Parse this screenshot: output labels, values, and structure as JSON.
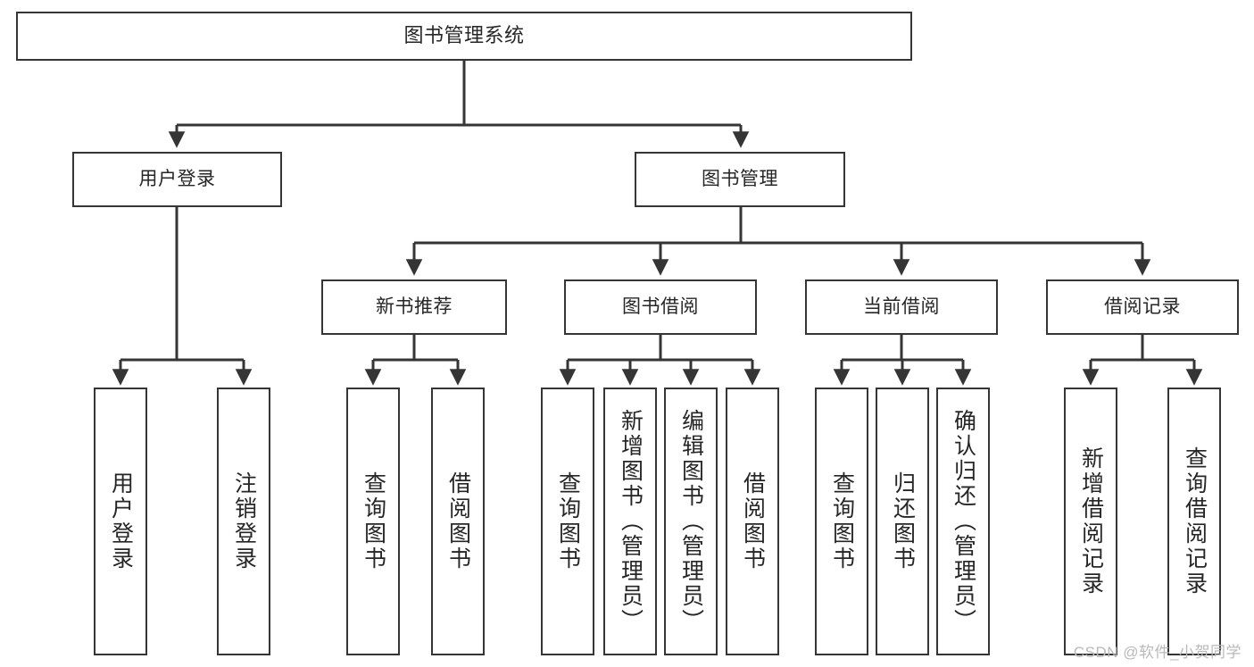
{
  "diagram": {
    "type": "hierarchy-tree",
    "title": "图书管理系统",
    "root": {
      "id": "root",
      "label": "图书管理系统"
    },
    "level2": [
      {
        "id": "user-login",
        "label": "用户登录"
      },
      {
        "id": "book-management",
        "label": "图书管理"
      }
    ],
    "level3": [
      {
        "id": "new-book-recommend",
        "label": "新书推荐",
        "parent": "book-management"
      },
      {
        "id": "book-borrow",
        "label": "图书借阅",
        "parent": "book-management"
      },
      {
        "id": "current-borrow",
        "label": "当前借阅",
        "parent": "book-management"
      },
      {
        "id": "borrow-record",
        "label": "借阅记录",
        "parent": "book-management"
      }
    ],
    "leaves": [
      {
        "id": "leaf-user-login",
        "label": "用户登录",
        "parent": "user-login"
      },
      {
        "id": "leaf-logout",
        "label": "注销登录",
        "parent": "user-login"
      },
      {
        "id": "leaf-query-book-1",
        "label": "查询图书",
        "parent": "new-book-recommend"
      },
      {
        "id": "leaf-borrow-book-1",
        "label": "借阅图书",
        "parent": "new-book-recommend"
      },
      {
        "id": "leaf-query-book-2",
        "label": "查询图书",
        "parent": "book-borrow"
      },
      {
        "id": "leaf-add-book",
        "label": "新增图书（管理员）",
        "parent": "book-borrow"
      },
      {
        "id": "leaf-edit-book",
        "label": "编辑图书（管理员）",
        "parent": "book-borrow"
      },
      {
        "id": "leaf-borrow-book-2",
        "label": "借阅图书",
        "parent": "book-borrow"
      },
      {
        "id": "leaf-query-book-3",
        "label": "查询图书",
        "parent": "current-borrow"
      },
      {
        "id": "leaf-return-book",
        "label": "归还图书",
        "parent": "current-borrow"
      },
      {
        "id": "leaf-confirm-return",
        "label": "确认归还（管理员）",
        "parent": "current-borrow"
      },
      {
        "id": "leaf-add-record",
        "label": "新增借阅记录",
        "parent": "borrow-record"
      },
      {
        "id": "leaf-query-record",
        "label": "查询借阅记录",
        "parent": "borrow-record"
      }
    ],
    "watermark": "CSDN @软件_小贺同学",
    "colors": {
      "stroke": "#353535",
      "text": "#262626",
      "background": "#ffffff",
      "watermark": "#b9b9b9"
    }
  }
}
